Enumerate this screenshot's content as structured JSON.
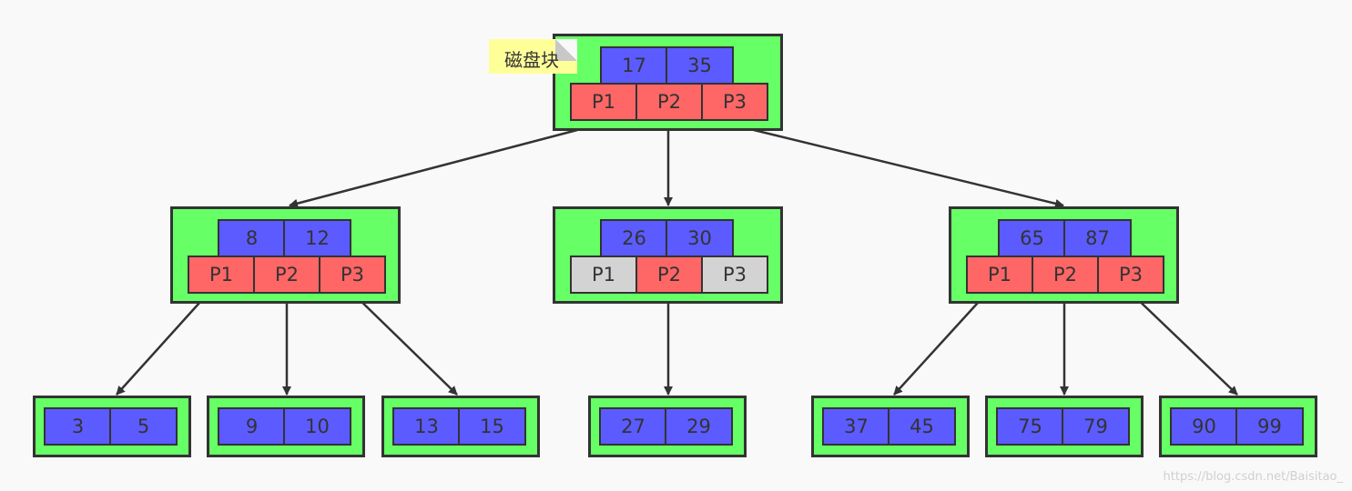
{
  "diagram": {
    "annotation": "磁盘块",
    "watermark": "https://blog.csdn.net/Baisitao_",
    "colors": {
      "block_fill": "#66ff66",
      "key_fill": "#5b5bff",
      "pointer_fill": "#ff6666",
      "pointer_unused_fill": "#d3d3d3",
      "border": "#333333",
      "note_fill": "#ffff99"
    },
    "nodes": {
      "root": {
        "keys": [
          "17",
          "35"
        ],
        "pointers": [
          "P1",
          "P2",
          "P3"
        ],
        "unused_pointers": []
      },
      "left": {
        "keys": [
          "8",
          "12"
        ],
        "pointers": [
          "P1",
          "P2",
          "P3"
        ],
        "unused_pointers": []
      },
      "middle": {
        "keys": [
          "26",
          "30"
        ],
        "pointers": [
          "P1",
          "P2",
          "P3"
        ],
        "unused_pointers": [
          "P1",
          "P3"
        ]
      },
      "right": {
        "keys": [
          "65",
          "87"
        ],
        "pointers": [
          "P1",
          "P2",
          "P3"
        ],
        "unused_pointers": []
      },
      "leaf_1": {
        "keys": [
          "3",
          "5"
        ]
      },
      "leaf_2": {
        "keys": [
          "9",
          "10"
        ]
      },
      "leaf_3": {
        "keys": [
          "13",
          "15"
        ]
      },
      "leaf_4": {
        "keys": [
          "27",
          "29"
        ]
      },
      "leaf_5": {
        "keys": [
          "37",
          "45"
        ]
      },
      "leaf_6": {
        "keys": [
          "75",
          "79"
        ]
      },
      "leaf_7": {
        "keys": [
          "90",
          "99"
        ]
      }
    },
    "edges": [
      {
        "from": "root",
        "pointer": "P1",
        "to": "left"
      },
      {
        "from": "root",
        "pointer": "P2",
        "to": "middle"
      },
      {
        "from": "root",
        "pointer": "P3",
        "to": "right"
      },
      {
        "from": "left",
        "pointer": "P1",
        "to": "leaf_1"
      },
      {
        "from": "left",
        "pointer": "P2",
        "to": "leaf_2"
      },
      {
        "from": "left",
        "pointer": "P3",
        "to": "leaf_3"
      },
      {
        "from": "middle",
        "pointer": "P2",
        "to": "leaf_4"
      },
      {
        "from": "right",
        "pointer": "P1",
        "to": "leaf_5"
      },
      {
        "from": "right",
        "pointer": "P2",
        "to": "leaf_6"
      },
      {
        "from": "right",
        "pointer": "P3",
        "to": "leaf_7"
      }
    ]
  }
}
